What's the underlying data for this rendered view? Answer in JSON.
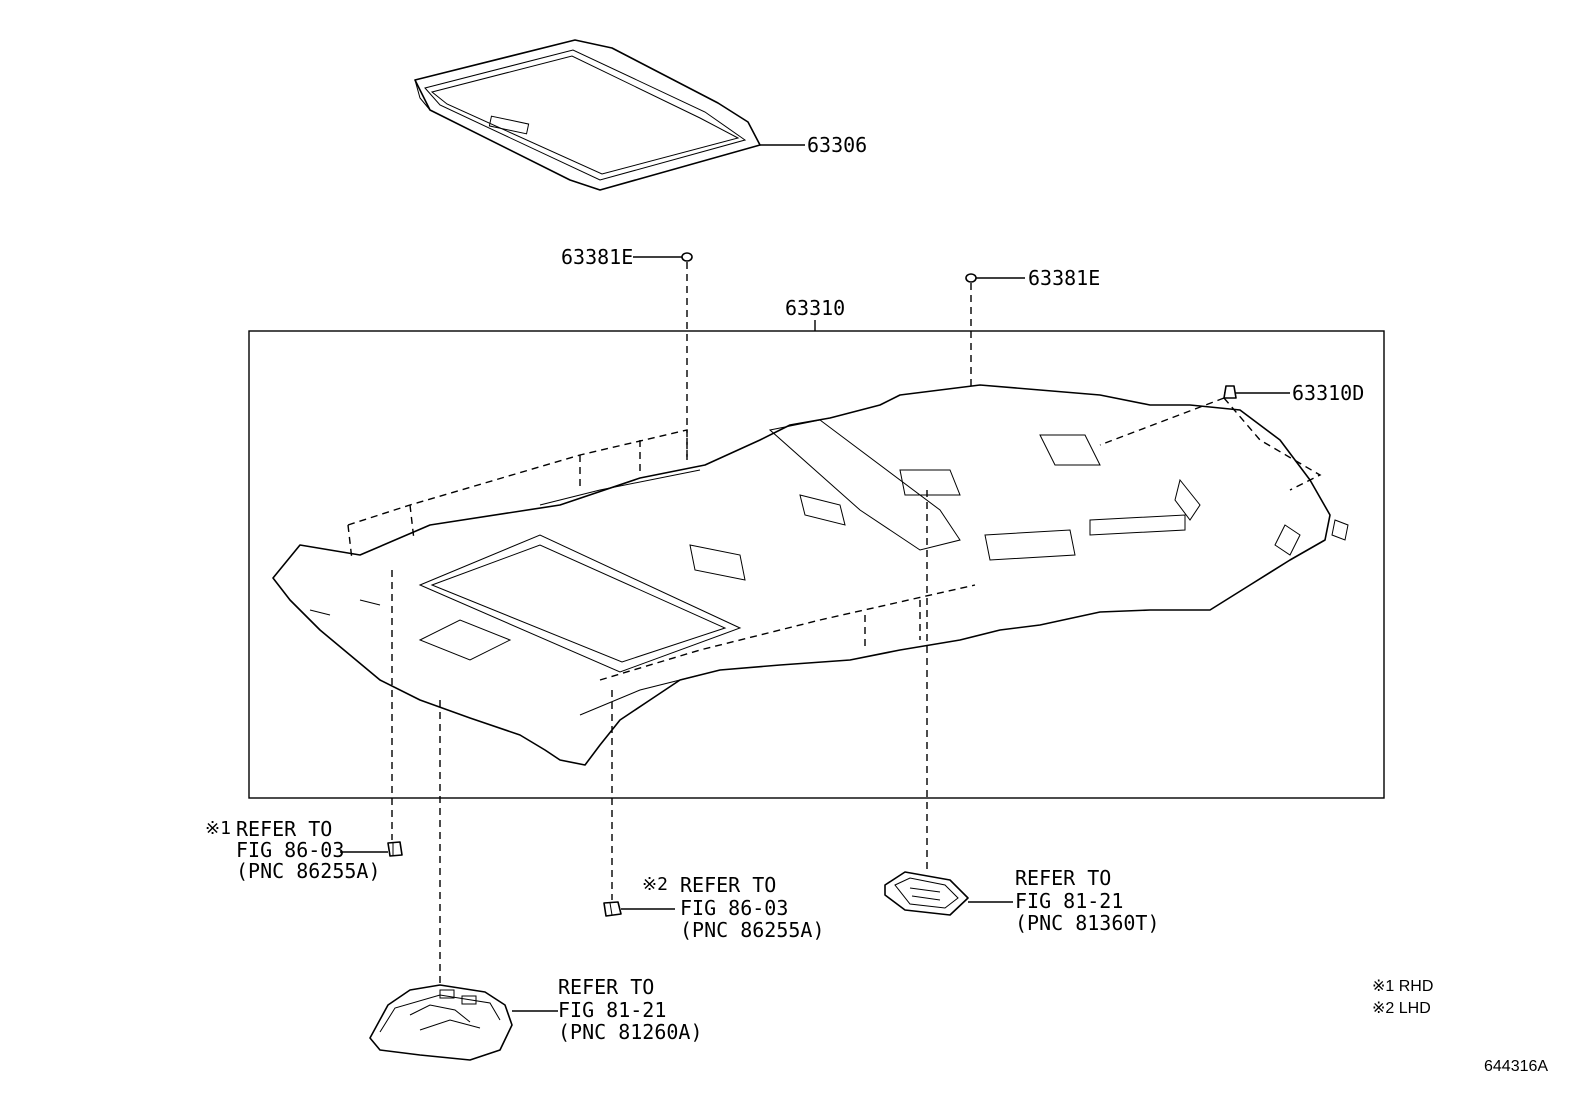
{
  "callouts": {
    "sunshade": "63306",
    "clip_left": "63381E",
    "clip_right": "63381E",
    "headliner": "63310",
    "fastener": "63310D"
  },
  "references": {
    "ref1": {
      "mark": "※1",
      "line1": "REFER TO",
      "line2": "FIG 86-03",
      "line3": "(PNC 86255A)"
    },
    "ref2": {
      "mark": "※2",
      "line1": "REFER TO",
      "line2": "FIG 86-03",
      "line3": "(PNC 86255A)"
    },
    "ref3": {
      "line1": "REFER TO",
      "line2": "FIG 81-21",
      "line3": "(PNC 81360T)"
    },
    "ref4": {
      "line1": "REFER TO",
      "line2": "FIG 81-21",
      "line3": "(PNC 81260A)"
    }
  },
  "legend": {
    "note1": "※1 RHD",
    "note2": "※2 LHD"
  },
  "figure_id": "644316A"
}
